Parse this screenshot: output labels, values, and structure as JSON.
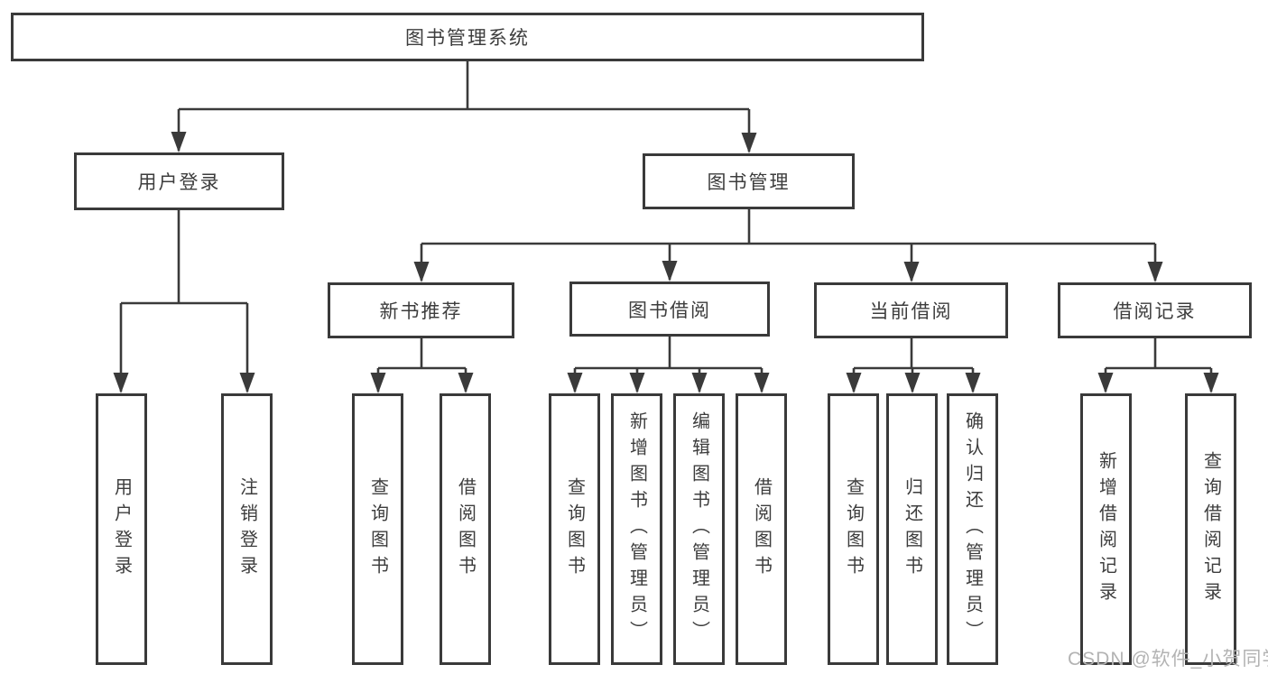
{
  "colors": {
    "line": "#3a3a3a",
    "text": "#3d3d3d",
    "watermark": "#b3b3b3",
    "background": "#ffffff"
  },
  "watermark": {
    "text": "CSDN @软件_小贺同学"
  },
  "tree": {
    "root": {
      "label": "图书管理系统"
    },
    "branches": [
      {
        "label": "用户登录",
        "children": [
          {
            "label": "用户登录"
          },
          {
            "label": "注销登录"
          }
        ]
      },
      {
        "label": "图书管理",
        "children": [
          {
            "label": "新书推荐",
            "children": [
              {
                "label": "查询图书"
              },
              {
                "label": "借阅图书"
              }
            ]
          },
          {
            "label": "图书借阅",
            "children": [
              {
                "label": "查询图书"
              },
              {
                "label": "新增图书（管理员）"
              },
              {
                "label": "编辑图书（管理员）"
              },
              {
                "label": "借阅图书"
              }
            ]
          },
          {
            "label": "当前借阅",
            "children": [
              {
                "label": "查询图书"
              },
              {
                "label": "归还图书"
              },
              {
                "label": "确认归还（管理员）"
              }
            ]
          },
          {
            "label": "借阅记录",
            "children": [
              {
                "label": "新增借阅记录"
              },
              {
                "label": "查询借阅记录"
              }
            ]
          }
        ]
      }
    ]
  }
}
